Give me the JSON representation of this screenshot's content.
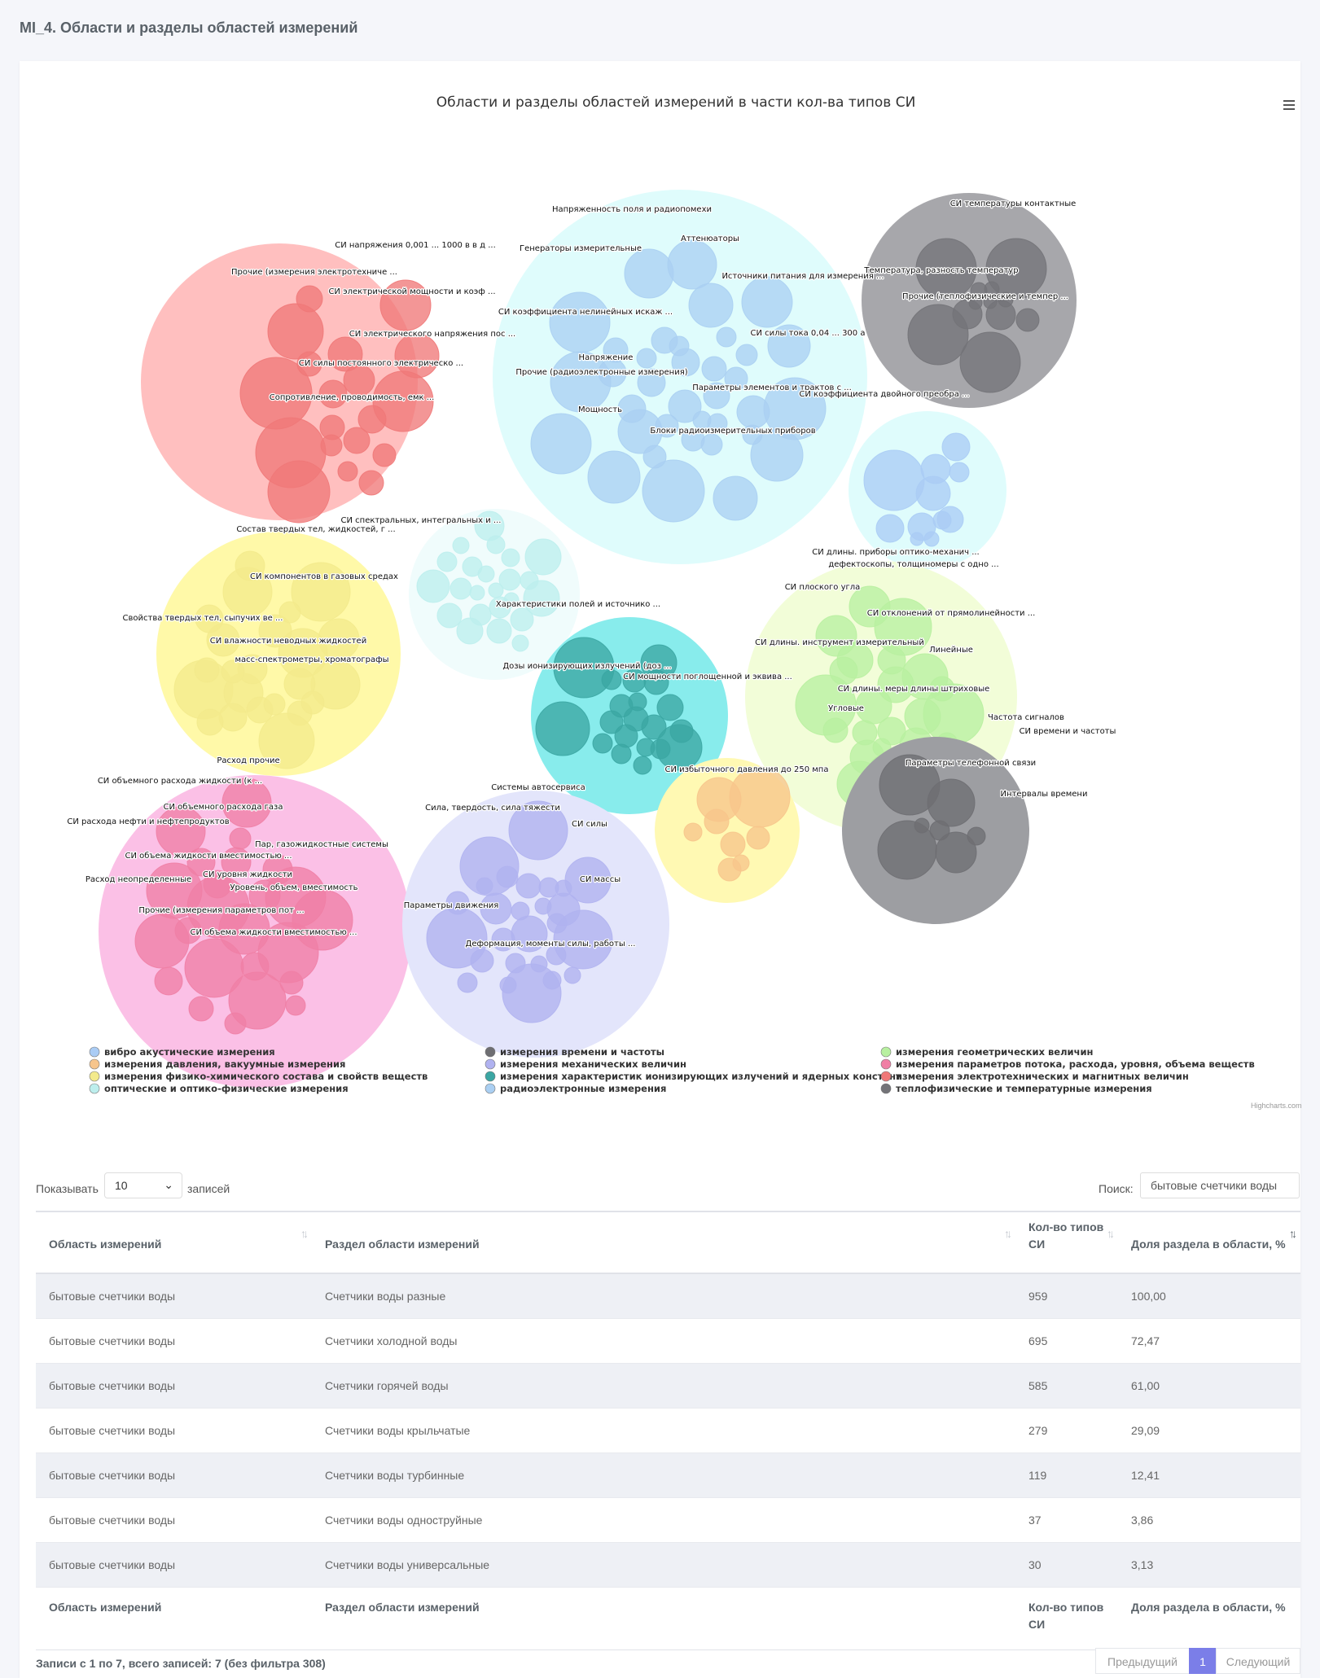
{
  "page": {
    "title": "MI_4. Области и разделы областей измерений"
  },
  "chart_data": {
    "type": "packedbubble",
    "title": "Области и разделы областей измерений в части кол-ва типов СИ",
    "credit": "Highcharts.com",
    "legend_position": "bottom",
    "series": [
      {
        "name": "вибро акустические измерения",
        "color": "#aaccf5"
      },
      {
        "name": "измерения давления, вакуумные измерения",
        "color": "#f7c58c"
      },
      {
        "name": "измерения физико-химического состава и свойств веществ",
        "color": "#f3ea8c"
      },
      {
        "name": "оптические и оптико-физические измерения",
        "color": "#bdeeed"
      },
      {
        "name": "измерения времени и частоты",
        "color": "#6e6e72"
      },
      {
        "name": "измерения механических величин",
        "color": "#b0b2f0"
      },
      {
        "name": "измерения характеристик ионизирующих излучений и ядерных констант",
        "color": "#3ba6a3"
      },
      {
        "name": "радиоэлектронные измерения",
        "color": "#aacff2"
      },
      {
        "name": "измерения геометрических величин",
        "color": "#b8f0a0"
      },
      {
        "name": "измерения параметров потока, расхода, уровня, объема веществ",
        "color": "#f07fa5"
      },
      {
        "name": "измерения электротехнических и магнитных величин",
        "color": "#f07878"
      },
      {
        "name": "теплофизические и температурные измерения",
        "color": "#737378"
      }
    ],
    "bubble_labels": {
      "electric": [
        "СИ напряжения 0,001 ... 1000 в в д ...",
        "Прочие (измерения электротехниче ...",
        "СИ электрической мощности и коэф ...",
        "СИ электрического напряжения пос ...",
        "СИ силы постоянного электрическо ...",
        "Сопротивление, проводимость, емк ..."
      ],
      "radio": [
        "Напряженность поля и радиопомехи",
        "Генераторы измерительные",
        "Аттенюаторы",
        "Источники питания для измерения ...",
        "СИ коэффициента нелинейных искаж ...",
        "СИ силы тока 0,04 ... 300 а",
        "Напряжение",
        "Прочие (радиоэлектронные измерения)",
        "Параметры элементов и трактов с ...",
        "Мощность",
        "Блоки радиоизмерительных приборов"
      ],
      "thermal": [
        "СИ температуры контактные",
        "Температура, разность температур",
        "Прочие (теплофизические и темпер ..."
      ],
      "vibro": [
        "СИ коэффициента двойного преобра ..."
      ],
      "optical": [
        "СИ спектральных, интегральных и ..."
      ],
      "chemical": [
        "Состав твердых тел, жидкостей, г ...",
        "СИ компонентов в газовых средах",
        "Свойства твердых тел, сыпучих ве ...",
        "СИ влажности неводных жидкостей",
        "масс-спектрометры, хроматографы"
      ],
      "ionizing": [
        "Характеристики полей и источнико ...",
        "Дозы ионизирующих излучений (доз ...",
        "СИ мощности поглощенной и эквива ..."
      ],
      "geometric": [
        "СИ длины. приборы оптико-механич ...",
        "дефектоскопы, толщиномеры с одно ...",
        "СИ плоского угла",
        "СИ отклонений от прямолинейности ...",
        "СИ длины. инструмент измерительный",
        "Линейные",
        "СИ длины. меры длины штриховые",
        "Угловые"
      ],
      "time": [
        "Частота сигналов",
        "СИ времени и частоты",
        "Параметры телефонной связи",
        "Интервалы времени"
      ],
      "flow": [
        "Расход прочие",
        "СИ объемного расхода жидкости (к ...",
        "СИ объемного расхода газа",
        "СИ расхода нефти и нефтепродуктов",
        "Пар, газожидкостные системы",
        "СИ объема жидкости вместимостью ...",
        "Расход неопределенные",
        "СИ уровня жидкости",
        "Уровень, объем, вместимость",
        "Прочие (измерения параметров пот ...",
        "СИ объема жидкости вместимостью ..."
      ],
      "mechanical": [
        "Системы автосервиса",
        "Сила, твердость, сила тяжести",
        "СИ силы",
        "Параметры движения",
        "СИ массы",
        "Деформация, моменты силы, работы ..."
      ],
      "pressure": [
        "СИ избыточного давления до 250 мпа"
      ]
    }
  },
  "table": {
    "length_label_before": "Показывать",
    "length_value": "10",
    "length_label_after": "записей",
    "search_label": "Поиск:",
    "search_value": "бытовые счетчики воды",
    "columns": [
      "Область измерений",
      "Раздел области измерений",
      "Кол-во типов СИ",
      "Доля раздела в области, %"
    ],
    "rows": [
      [
        "бытовые счетчики воды",
        "Счетчики воды разные",
        "959",
        "100,00"
      ],
      [
        "бытовые счетчики воды",
        "Счетчики холодной воды",
        "695",
        "72,47"
      ],
      [
        "бытовые счетчики воды",
        "Счетчики горячей воды",
        "585",
        "61,00"
      ],
      [
        "бытовые счетчики воды",
        "Счетчики воды крыльчатые",
        "279",
        "29,09"
      ],
      [
        "бытовые счетчики воды",
        "Счетчики воды турбинные",
        "119",
        "12,41"
      ],
      [
        "бытовые счетчики воды",
        "Счетчики воды одноструйные",
        "37",
        "3,86"
      ],
      [
        "бытовые счетчики воды",
        "Счетчики воды универсальные",
        "30",
        "3,13"
      ]
    ],
    "info": "Записи с 1 по 7, всего записей: 7 (без фильтра 308)",
    "pager": {
      "prev": "Предыдущий",
      "page": "1",
      "next": "Следующий"
    }
  }
}
